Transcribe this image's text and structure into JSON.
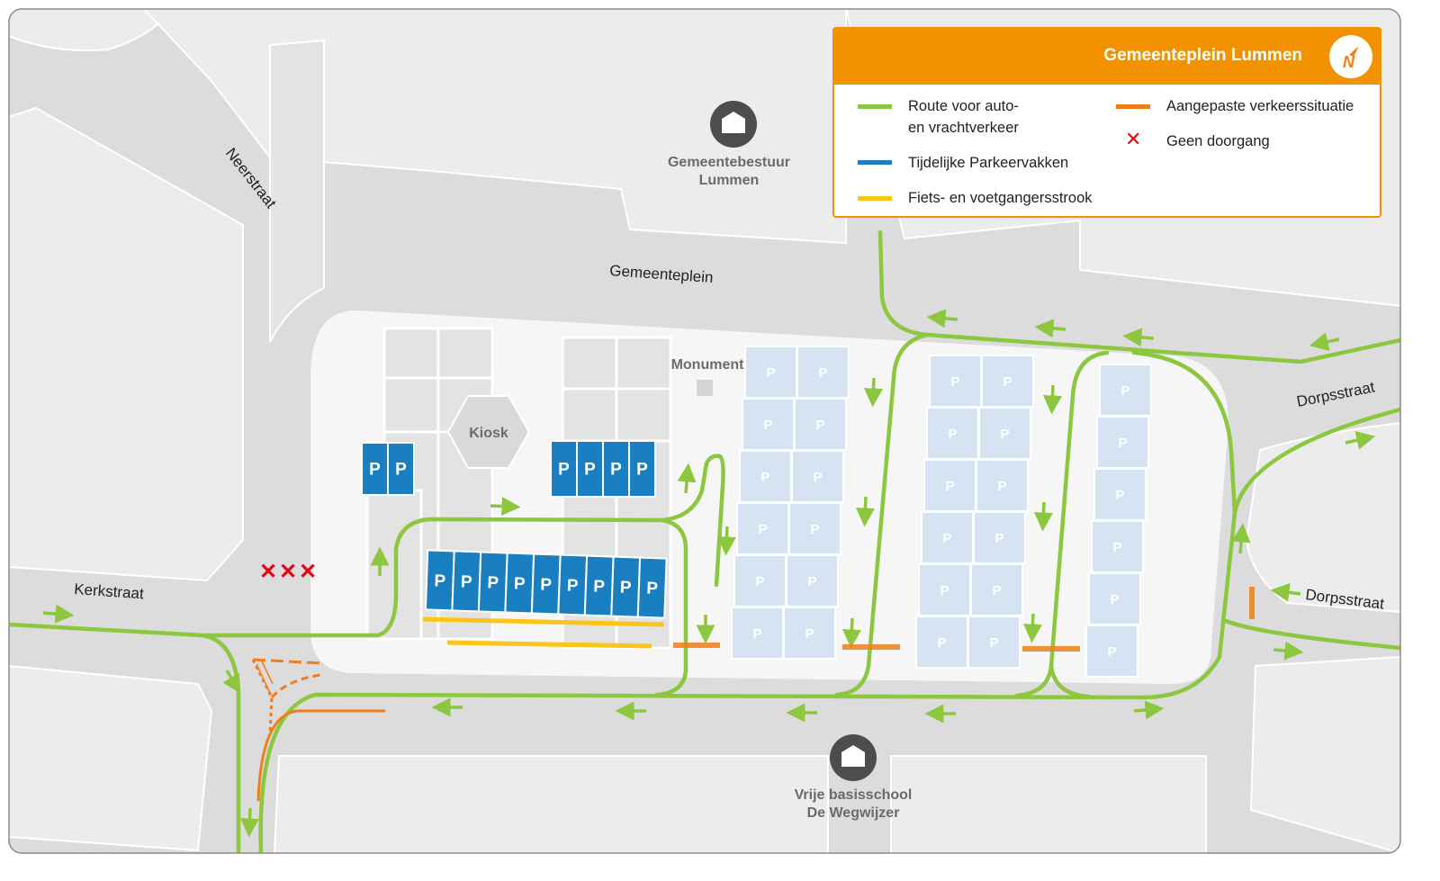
{
  "legend": {
    "title": "Gemeenteplein Lummen",
    "items": [
      {
        "label_1": "Route voor auto-",
        "label_2": "en vrachtverkeer",
        "color": "#8dc63f"
      },
      {
        "label": "Tijdelijke Parkeervakken",
        "color": "#1a7fc1"
      },
      {
        "label": "Fiets- en voetgangersstrook",
        "color": "#fbc51a"
      },
      {
        "label": "Aangepaste verkeerssituatie",
        "color": "#f07d1a"
      },
      {
        "label": "Geen doorgang",
        "color": "#e30613",
        "icon": "x-mark"
      }
    ]
  },
  "streets": {
    "neerstraat": "Neerstraat",
    "gemeenteplein": "Gemeenteplein",
    "kerkstraat": "Kerkstraat",
    "dorpsstraat_top": "Dorpsstraat",
    "dorpsstraat_bottom": "Dorpsstraat"
  },
  "landmarks": {
    "town_hall_1": "Gemeentebestuur",
    "town_hall_2": "Lummen",
    "school_1": "Vrije basisschool",
    "school_2": "De Wegwijzer",
    "kiosk": "Kiosk",
    "monument": "Monument"
  },
  "parking_label": "P"
}
